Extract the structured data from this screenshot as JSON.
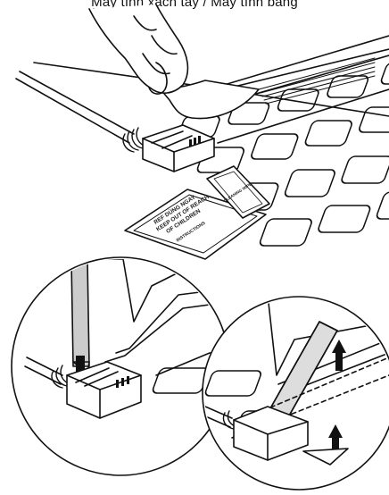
{
  "caption": "Máy tính xách tay / Máy tính bảng",
  "instruction_card": {
    "line1": "REF DÙNG NGAY",
    "line2": "KEEP OUT OF REACH",
    "line3": "OF CHILDREN",
    "footer": "INSTRUCTIONS"
  },
  "sachet": {
    "label": "CLEANING WIPE"
  }
}
